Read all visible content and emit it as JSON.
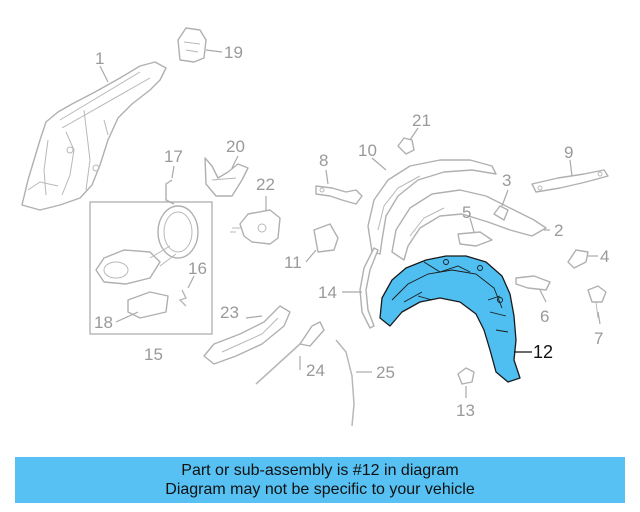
{
  "callouts": {
    "c1": "1",
    "c2": "2",
    "c3": "3",
    "c4": "4",
    "c5": "5",
    "c6": "6",
    "c7": "7",
    "c8": "8",
    "c9": "9",
    "c10": "10",
    "c11": "11",
    "c12": "12",
    "c13": "13",
    "c14": "14",
    "c15": "15",
    "c16": "16",
    "c17": "17",
    "c18": "18",
    "c19": "19",
    "c20": "20",
    "c21": "21",
    "c22": "22",
    "c23": "23",
    "c24": "24",
    "c25": "25"
  },
  "highlight": {
    "part_number": "12",
    "color": "#4fbef0"
  },
  "banner": {
    "line1": "Part or sub-assembly is #12 in diagram",
    "line2": "Diagram may not be specific to your vehicle",
    "color": "#56c1f2"
  }
}
